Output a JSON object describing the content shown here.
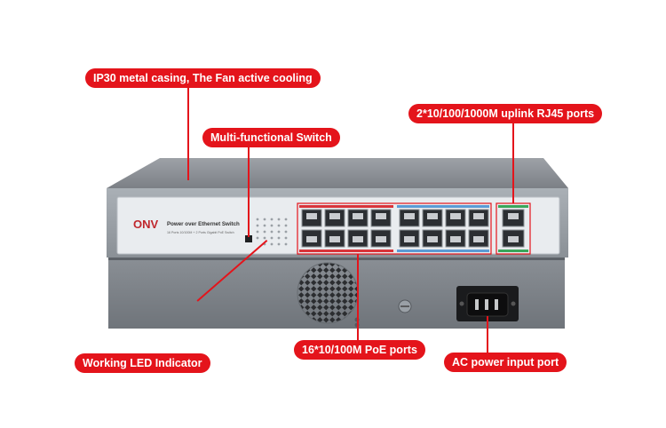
{
  "product": {
    "brand": "ONV",
    "name": "Power over Ethernet Switch",
    "spec": "16 Ports 10/100M + 2 Ports Gigabit PoE Switch"
  },
  "callouts": {
    "casing": "IP30 metal casing, The Fan active cooling",
    "switch": "Multi-functional Switch",
    "uplink": "2*10/100/1000M uplink RJ45 ports",
    "poe_ports": "16*10/100M PoE ports",
    "led": "Working LED Indicator",
    "power": "AC power input port"
  },
  "colors": {
    "callout_bg": "#e4141b",
    "callout_text": "#ffffff",
    "poe_group_outline": "#e4141b",
    "uplink_group_outline": "#e4141b",
    "port_label_red": "#d8343a",
    "port_label_blue": "#5b9bd5",
    "uplink_label_green": "#3aa65a"
  }
}
